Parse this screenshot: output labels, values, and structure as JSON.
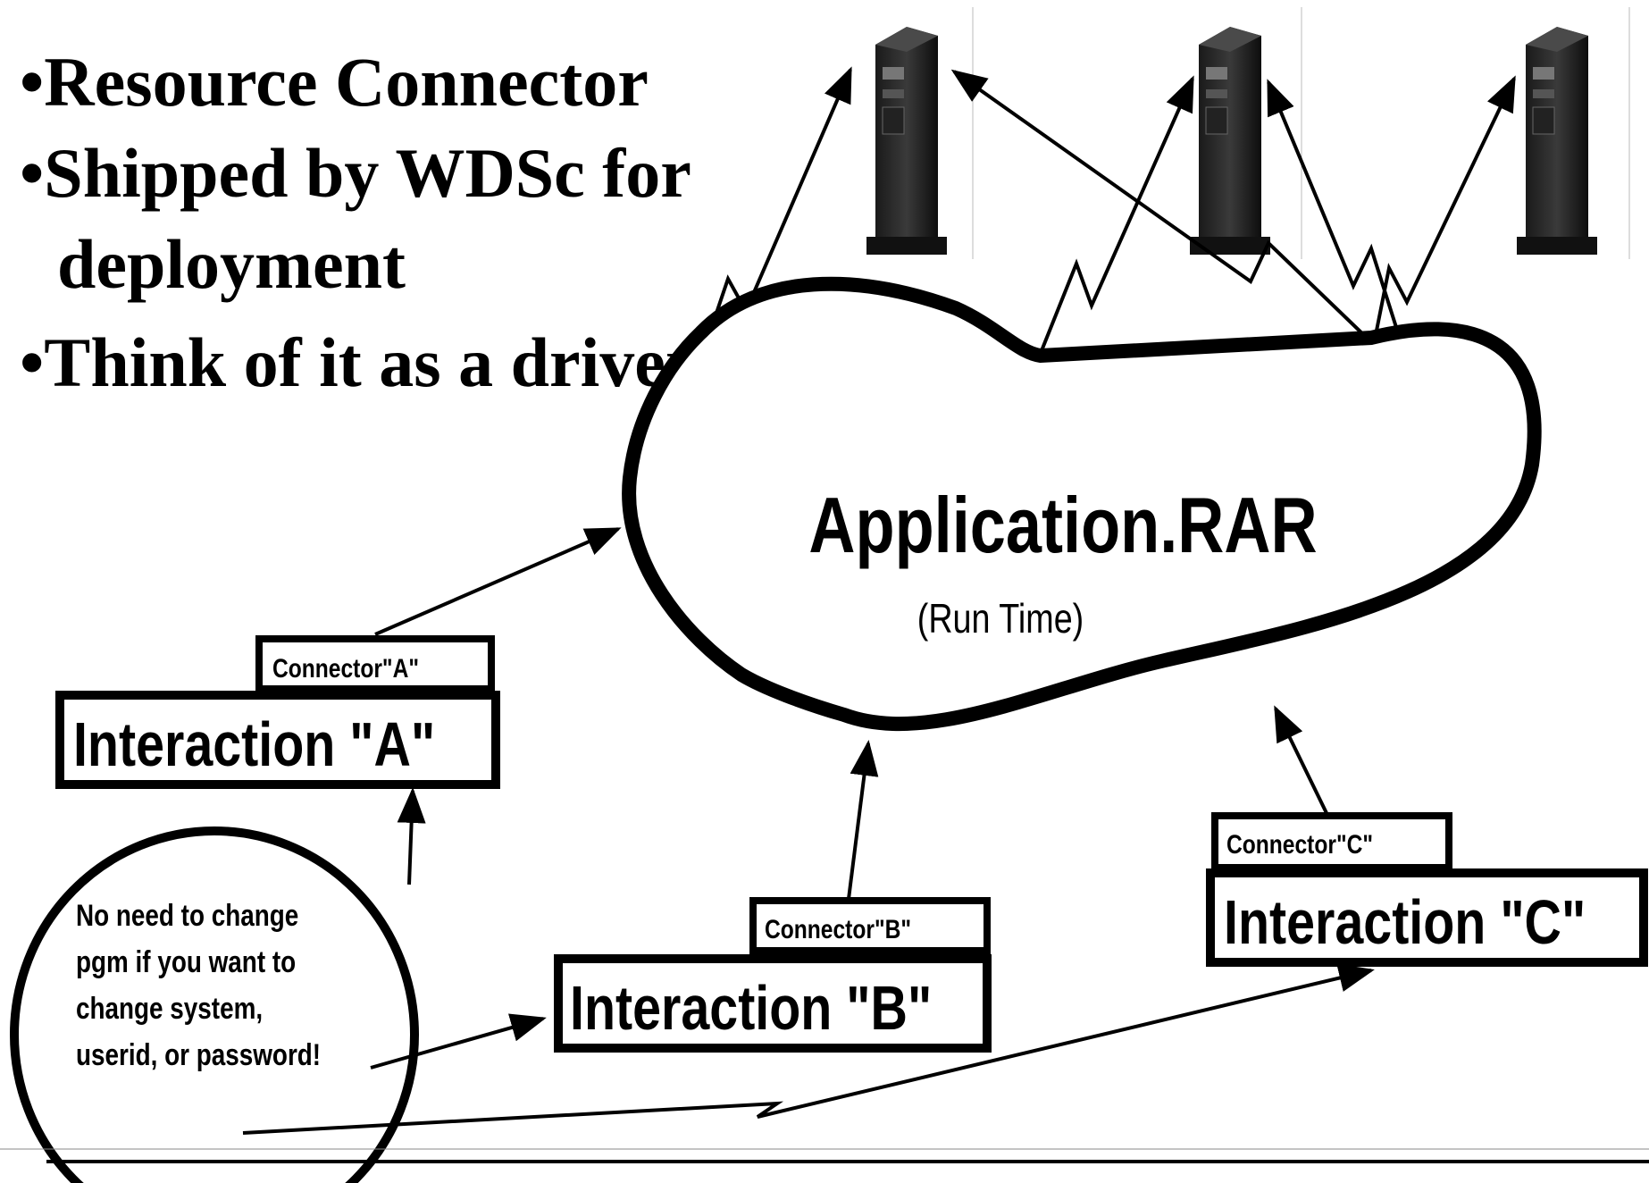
{
  "bullets": [
    "•Resource Connector",
    "•Shipped by WDSc for",
    "deployment",
    "•Think of it as a driver"
  ],
  "cloud": {
    "title": "Application.RAR",
    "subtitle": "(Run Time)"
  },
  "boxes": {
    "a": {
      "connector": "Connector\"A\"",
      "interaction": "Interaction \"A\""
    },
    "b": {
      "connector": "Connector\"B\"",
      "interaction": "Interaction \"B\""
    },
    "c": {
      "connector": "Connector\"C\"",
      "interaction": "Interaction \"C\""
    }
  },
  "note": {
    "lines": [
      "No need to change",
      "pgm if you want to",
      "change system,",
      "userid, or password!"
    ]
  },
  "servers": [
    {
      "icon": "server-tower-icon"
    },
    {
      "icon": "server-tower-icon"
    },
    {
      "icon": "server-tower-icon"
    }
  ]
}
